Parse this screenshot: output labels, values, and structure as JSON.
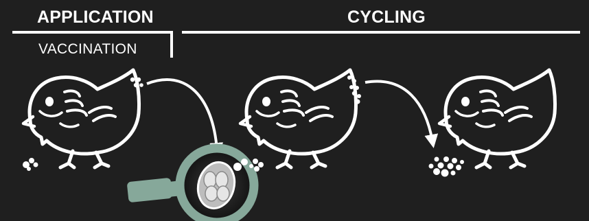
{
  "sections": {
    "application": {
      "title": "APPLICATION",
      "subtitle": "VACCINATION"
    },
    "cycling": {
      "title": "CYCLING"
    }
  },
  "colors": {
    "background": "#1f1f1f",
    "line": "#ffffff",
    "magnifier": "#86a89a",
    "oocyst": "#cfcfcf"
  },
  "icons": [
    "chick-icon",
    "arrow-icon",
    "magnifier-icon",
    "oocyst-icon",
    "droppings-icon"
  ]
}
